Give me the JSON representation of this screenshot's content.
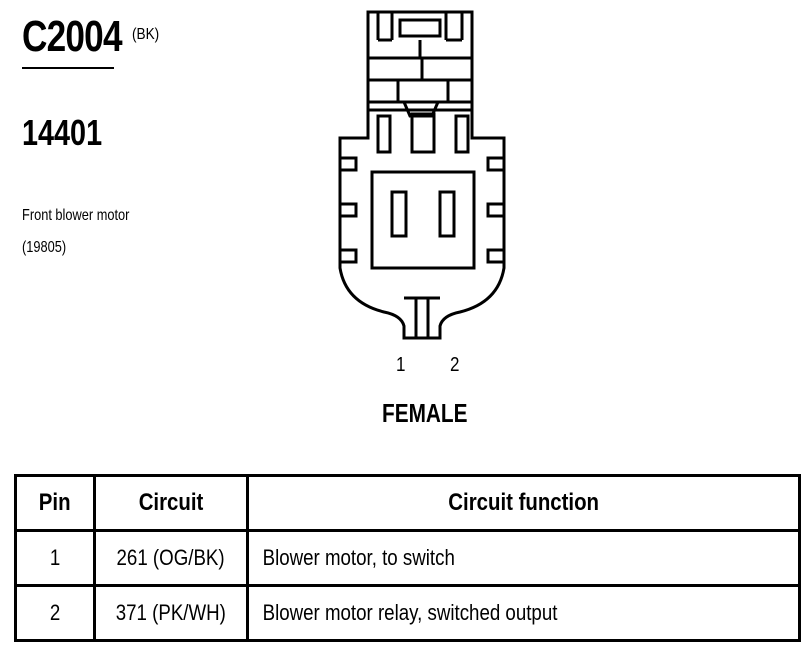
{
  "connector": {
    "id": "C2004",
    "color": "(BK)",
    "part_number": "14401",
    "description": [
      "Front blower motor",
      "(19805)"
    ],
    "pin_labels": [
      "1",
      "2"
    ],
    "gender": "FEMALE"
  },
  "table": {
    "headers": [
      "Pin",
      "Circuit",
      "Circuit function"
    ],
    "rows": [
      {
        "pin": "1",
        "circuit": "261 (OG/BK)",
        "function": "Blower motor, to switch"
      },
      {
        "pin": "2",
        "circuit": "371 (PK/WH)",
        "function": "Blower motor relay, switched output"
      }
    ]
  }
}
